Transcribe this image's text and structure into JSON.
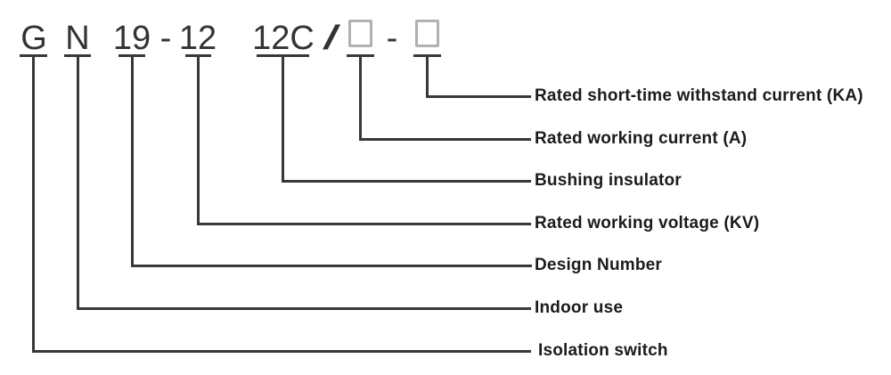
{
  "colors": {
    "background": "#ffffff",
    "line": "#383838",
    "header_text": "#333333",
    "label_text": "#1b1b1b",
    "box_border": "#b1b1b1"
  },
  "model": {
    "full_code": "GN19-12 12C/□-□",
    "segments": [
      {
        "code": "G",
        "label": "Isolation switch"
      },
      {
        "code": "N",
        "label": "Indoor use"
      },
      {
        "code": "19",
        "label": "Design Number"
      },
      {
        "code": "12",
        "label": "Rated working voltage (KV)"
      },
      {
        "code": "12C",
        "label": "Bushing insulator"
      },
      {
        "code": "",
        "label": "Rated working current (A)"
      },
      {
        "code": "",
        "label": "Rated short-time withstand current (KA)"
      }
    ],
    "separators": {
      "dash1": "-",
      "slash": "/",
      "dash2": "-"
    }
  }
}
